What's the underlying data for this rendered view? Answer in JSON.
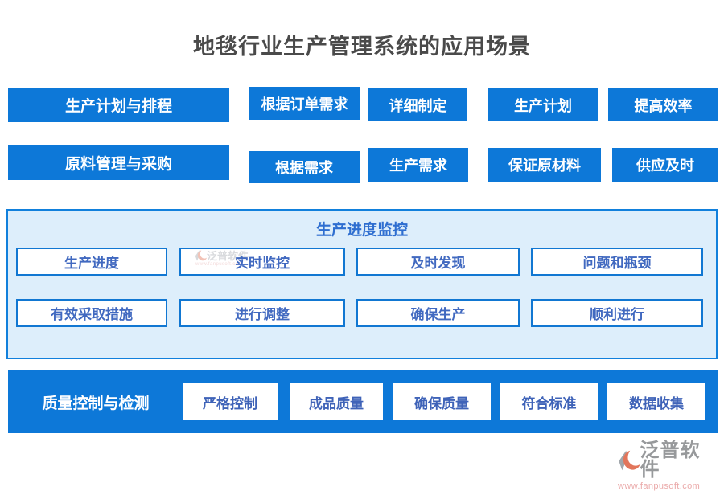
{
  "title": "地毯行业生产管理系统的应用场景",
  "row_plan": {
    "header": "生产计划与排程",
    "items": [
      "根据订单需求",
      "详细制定",
      "生产计划",
      "提高效率"
    ]
  },
  "row_material": {
    "header": "原料管理与采购",
    "items": [
      "根据需求",
      "生产需求",
      "保证原材料",
      "供应及时"
    ]
  },
  "monitor": {
    "title": "生产进度监控",
    "row1": [
      "生产进度",
      "实时监控",
      "及时发现",
      "问题和瓶颈"
    ],
    "row2": [
      "有效采取措施",
      "进行调整",
      "确保生产",
      "顺利进行"
    ]
  },
  "quality": {
    "header": "质量控制与检测",
    "items": [
      "严格控制",
      "成品质量",
      "确保质量",
      "符合标准",
      "数据收集"
    ]
  },
  "watermark": {
    "brand": "泛普软件",
    "url": "www.fanpusoft.com"
  },
  "colors": {
    "primary_blue": "#0d78d8",
    "panel_bg": "#ddeefb",
    "panel_border": "#1180dc",
    "inner_text_blue": "#4169c0",
    "monitor_title_blue": "#2e6ed0",
    "title_gray": "#4a4a4a",
    "brand_gray": "#8f9193",
    "brand_red": "#e06a4e",
    "url_pink": "#e9a3a3"
  }
}
